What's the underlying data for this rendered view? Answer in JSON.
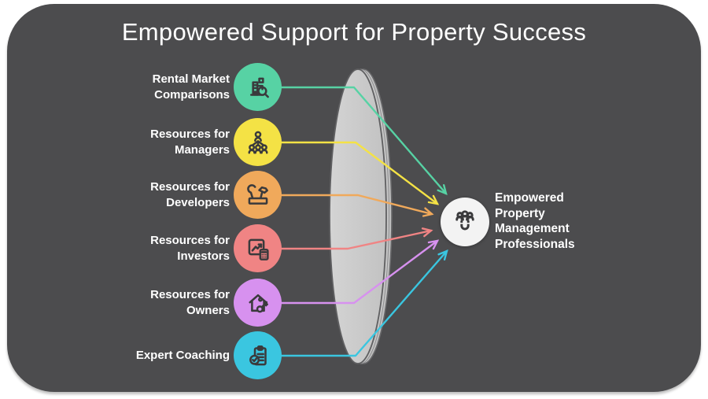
{
  "title": "Empowered Support for Property Success",
  "colors": {
    "background_panel": "#4c4c4e",
    "panel_text": "#ffffff",
    "lens_fill": "#cbcbcb",
    "lens_back_fill": "#bfbfbf",
    "lens_edge": "#69696b",
    "icon_stroke": "#3a3a3c",
    "target_circle_fill": "#f3f3f3"
  },
  "items": [
    {
      "id": "rental-market-comparisons",
      "lines": [
        "Rental Market",
        "Comparisons"
      ],
      "color": "#57d2a4",
      "icon": "building-search-icon"
    },
    {
      "id": "resources-for-managers",
      "lines": [
        "Resources for",
        "Managers"
      ],
      "color": "#f4e245",
      "icon": "team-hierarchy-icon"
    },
    {
      "id": "resources-for-developers",
      "lines": [
        "Resources for",
        "Developers"
      ],
      "color": "#f0a95b",
      "icon": "tools-icon"
    },
    {
      "id": "resources-for-investors",
      "lines": [
        "Resources for",
        "Investors"
      ],
      "color": "#f08484",
      "icon": "chart-calculator-icon"
    },
    {
      "id": "resources-for-owners",
      "lines": [
        "Resources for",
        "Owners"
      ],
      "color": "#d791ef",
      "icon": "house-key-icon"
    },
    {
      "id": "expert-coaching",
      "lines": [
        "Expert Coaching"
      ],
      "color": "#3ac6e0",
      "icon": "clipboard-check-icon"
    }
  ],
  "target": {
    "lines": [
      "Empowered",
      "Property",
      "Management",
      "Professionals"
    ],
    "icon": "magnet-people-icon"
  }
}
